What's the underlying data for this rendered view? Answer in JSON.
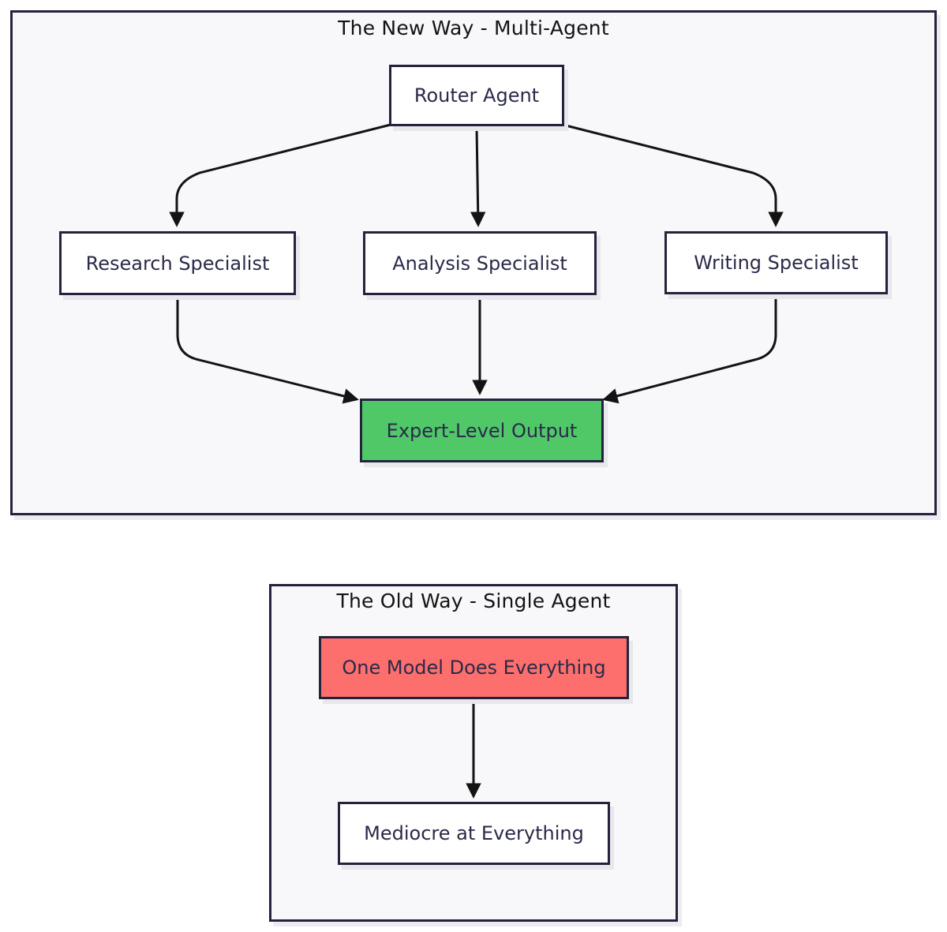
{
  "colors": {
    "accent_green": "#50c868",
    "accent_red": "#fc6f6c",
    "outline_navy": "#23233d",
    "arrow_black": "#131313",
    "panel_bg": "#f8f8fa",
    "node_text": "#2a2a4a"
  },
  "diagram": {
    "new_way": {
      "title": "The New Way - Multi-Agent",
      "nodes": {
        "router": "Router Agent",
        "research": "Research Specialist",
        "analysis": "Analysis Specialist",
        "writing": "Writing Specialist",
        "output": "Expert-Level Output"
      }
    },
    "old_way": {
      "title": "The Old Way - Single Agent",
      "nodes": {
        "model": "One Model Does Everything",
        "result": "Mediocre at Everything"
      }
    }
  }
}
